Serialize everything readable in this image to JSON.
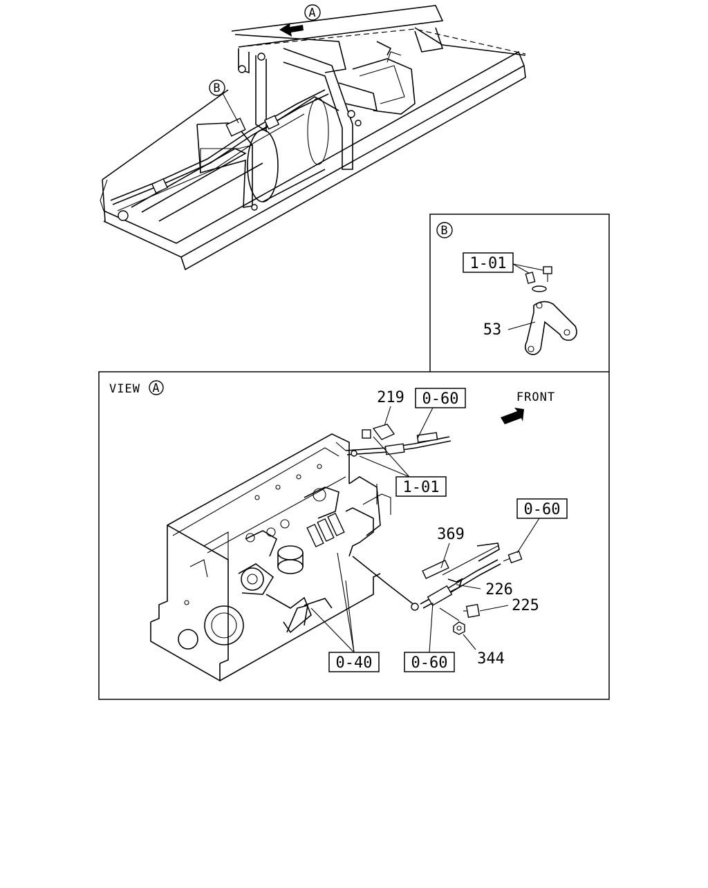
{
  "callouts": {
    "a": "A",
    "b": "B",
    "detail_b": "B",
    "view_letter": "A"
  },
  "view_a": {
    "prefix": "VIEW"
  },
  "front_label": "FRONT",
  "part_numbers": {
    "p53": "53",
    "p219": "219",
    "p369": "369",
    "p226": "226",
    "p225": "225",
    "p344": "344"
  },
  "reference_boxes": {
    "ref_b_101": "1-01",
    "ref_060_top": "0-60",
    "ref_101_mid": "1-01",
    "ref_060_right": "0-60",
    "ref_040": "0-40",
    "ref_060_bottom": "0-60"
  }
}
